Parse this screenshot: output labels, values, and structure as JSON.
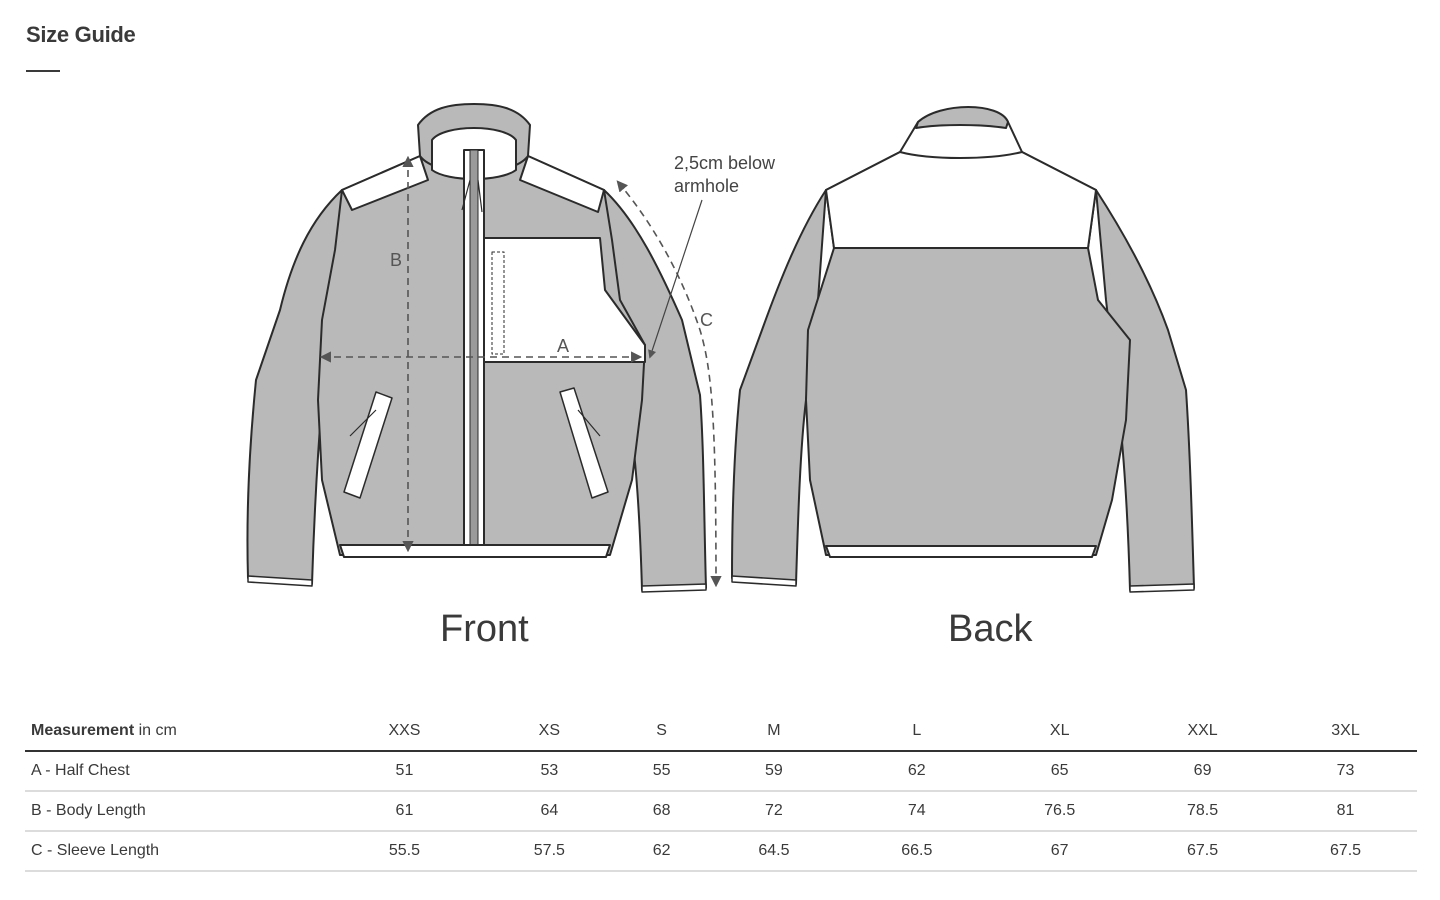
{
  "page": {
    "title": "Size Guide"
  },
  "figure": {
    "front_label": "Front",
    "back_label": "Back",
    "annotation_line1": "2,5cm below",
    "annotation_line2": "armhole",
    "dimension_labels": {
      "a": "A",
      "b": "B",
      "c": "C"
    },
    "colors": {
      "fleece": "#b9b9b9",
      "outline": "#2b2b2b",
      "panel": "#ffffff",
      "dimension_line": "#555555"
    }
  },
  "table": {
    "header": {
      "measurement_bold": "Measurement",
      "measurement_unit": " in cm",
      "sizes": [
        "XXS",
        "XS",
        "S",
        "M",
        "L",
        "XL",
        "XXL",
        "3XL"
      ]
    },
    "rows": [
      {
        "label": "A - Half Chest",
        "values": [
          "51",
          "53",
          "55",
          "59",
          "62",
          "65",
          "69",
          "73"
        ]
      },
      {
        "label": "B - Body Length",
        "values": [
          "61",
          "64",
          "68",
          "72",
          "74",
          "76.5",
          "78.5",
          "81"
        ]
      },
      {
        "label": "C - Sleeve Length",
        "values": [
          "55.5",
          "57.5",
          "62",
          "64.5",
          "66.5",
          "67",
          "67.5",
          "67.5"
        ]
      }
    ]
  }
}
